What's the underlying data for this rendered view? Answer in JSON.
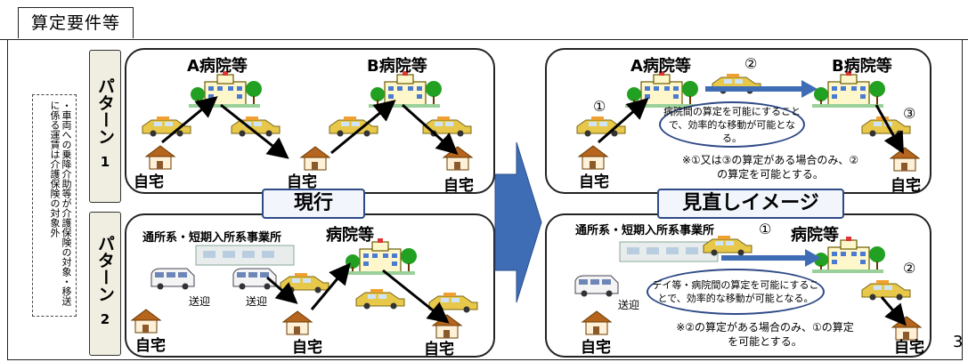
{
  "header": {
    "title": "算定要件等"
  },
  "side_note": "・車両への乗降介助等が介護保険の対象・移送に係る運賃は介護保険の対象外",
  "patterns": {
    "p1": {
      "label": "パターン",
      "num": "1"
    },
    "p2": {
      "label": "パターン",
      "num": "2"
    }
  },
  "current": {
    "ribbon": "現行",
    "p1": {
      "hospital_a": "A病院等",
      "hospital_b": "B病院等",
      "home_left": "自宅",
      "home_mid": "自宅",
      "home_right": "自宅"
    },
    "p2": {
      "facility": "通所系・短期入所系事業所",
      "hospital": "病院等",
      "pickup1": "送迎",
      "pickup2": "送迎",
      "home_left": "自宅",
      "home_mid": "自宅",
      "home_right": "自宅"
    }
  },
  "revised": {
    "ribbon": "見直しイメージ",
    "p1": {
      "hospital_a": "A病院等",
      "hospital_b": "B病院等",
      "mark1": "①",
      "mark2": "②",
      "mark3": "③",
      "bubble": "病院間の算定を可能にすることで、効率的な移動が可能となる。",
      "note": "※①又は③の算定がある場合のみ、②の算定を可能とする。",
      "home_left": "自宅",
      "home_right": "自宅"
    },
    "p2": {
      "facility": "通所系・短期入所系事業所",
      "hospital": "病院等",
      "mark1": "①",
      "mark2": "②",
      "bubble": "デイ等・病院間の算定を可能にすることで、効率的な移動が可能となる。",
      "pickup": "送迎",
      "note": "※②の算定がある場合のみ、①の算定を可能とする。",
      "home_left": "自宅",
      "home_right": "自宅"
    }
  },
  "page_number": "3",
  "colors": {
    "arrow_blue": "#3f6db5",
    "outline": "#2f4a86",
    "taxi": "#e8c84a",
    "tree": "#22a022",
    "house_roof": "#b5651d"
  }
}
